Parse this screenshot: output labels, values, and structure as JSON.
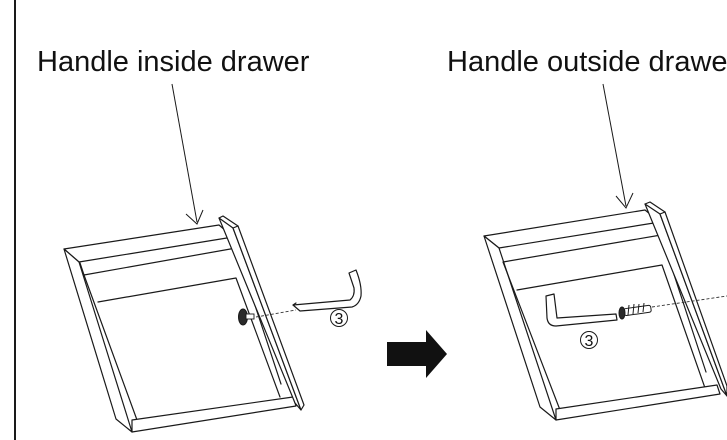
{
  "labels": {
    "inside": "Handle inside drawer",
    "outside": "Handle outside drawer"
  },
  "part_number": "3",
  "icons": {
    "arrow": "right-arrow-icon",
    "wrench": "hex-key-icon",
    "screw": "screw-icon",
    "knob": "handle-knob-icon"
  },
  "colors": {
    "line": "#1a1a1a",
    "arrow": "#111111"
  }
}
